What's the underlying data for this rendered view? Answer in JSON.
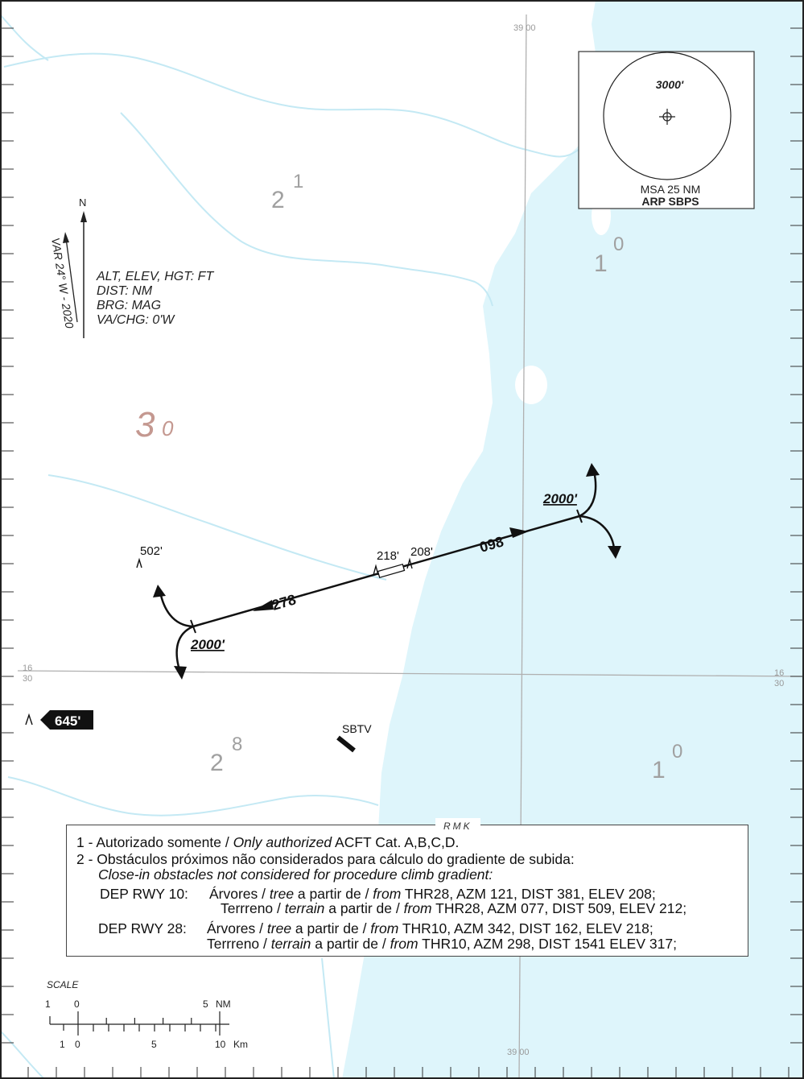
{
  "compass": {
    "north": "N",
    "variation": "VAR 24° W - 2020"
  },
  "units": [
    "ALT, ELEV, HGT: FT",
    "DIST: NM",
    "BRG: MAG",
    "VA/CHG: 0'W"
  ],
  "msa": {
    "altitude": "3000'",
    "label": "MSA 25 NM",
    "reference": "ARP SBPS"
  },
  "grid": {
    "longitude_label": "39 00",
    "latitude_label_top": "16",
    "latitude_label_bottom": "30"
  },
  "sectors": {
    "s21": {
      "main": "2",
      "sub": "1"
    },
    "s10a": {
      "main": "1",
      "sub": "0"
    },
    "s30": {
      "main": "3",
      "sub": "0"
    },
    "s28": {
      "main": "2",
      "sub": "8"
    },
    "s10b": {
      "main": "1",
      "sub": "0"
    }
  },
  "route": {
    "west_heading": "278",
    "east_heading": "098",
    "west_altitude": "2000'",
    "east_altitude": "2000'",
    "obstacle_west_threshold": "218'",
    "obstacle_east_threshold": "208'",
    "obstacle_502": "502'",
    "obstacle_645": "645'"
  },
  "airport": {
    "code": "SBTV"
  },
  "rmk": {
    "title": "RMK",
    "line1_pt": "1 - Autorizado somente / ",
    "line1_en": "Only authorized",
    "line1_tail": "  ACFT Cat. A,B,C,D.",
    "line2_pt": "2 - Obstáculos próximos não considerados para cálculo do gradiente de subida:",
    "line3_en": "Close-in obstacles not considered for procedure climb gradient:",
    "rwy10": {
      "label": "DEP RWY 10:",
      "a_pt": "Árvores / ",
      "a_en": "tree",
      "a_mid": " a partir de / ",
      "a_from": "from",
      "a_tail": " THR28, AZM  121, DIST 381, ELEV  208;",
      "b_pt": "Terrreno / ",
      "b_en": "terrain",
      "b_mid": " a partir de / ",
      "b_from": "from",
      "b_tail": " THR28, AZM  077, DIST 509, ELEV  212;"
    },
    "rwy28": {
      "label": "DEP RWY 28:",
      "a_pt": "Árvores / ",
      "a_en": "tree",
      "a_mid": " a partir de / ",
      "a_from": "from",
      "a_tail": " THR10, AZM 342, DIST 162, ELEV 218;",
      "b_pt": "Terrreno / ",
      "b_en": "terrain",
      "b_mid": " a partir de / ",
      "b_from": "from",
      "b_tail": " THR10, AZM  298, DIST 1541 ELEV  317;"
    }
  },
  "scale": {
    "title": "SCALE",
    "nm_labels": {
      "one": "1",
      "zero": "0",
      "five": "5",
      "unit": "NM"
    },
    "km_labels": {
      "one": "1",
      "zero": "0",
      "five": "5",
      "ten": "10",
      "unit": "Km"
    }
  },
  "colors": {
    "sea": "#def5fb",
    "river": "#c4e9f4",
    "grid": "#b0b0b0",
    "sector": "#a0a0a0",
    "sector_accent": "#c49890"
  }
}
